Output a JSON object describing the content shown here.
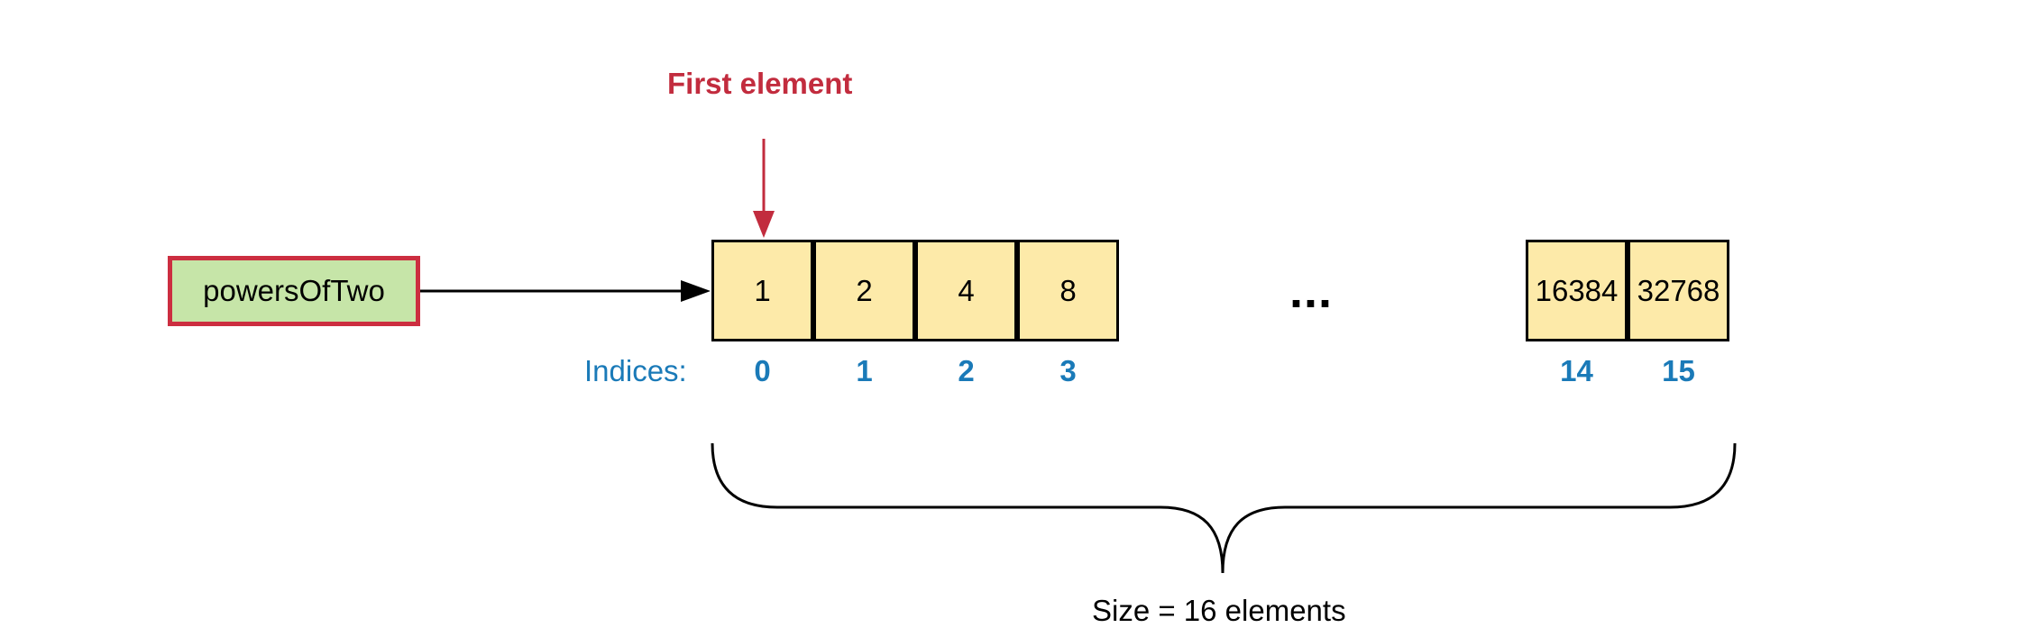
{
  "variable": {
    "name": "powersOfTwo"
  },
  "array": {
    "cells_left": [
      {
        "value": "1",
        "index": "0"
      },
      {
        "value": "2",
        "index": "1"
      },
      {
        "value": "4",
        "index": "2"
      },
      {
        "value": "8",
        "index": "3"
      }
    ],
    "cells_right": [
      {
        "value": "16384",
        "index": "14"
      },
      {
        "value": "32768",
        "index": "15"
      }
    ],
    "ellipsis": "...",
    "indices_caption": "Indices:"
  },
  "annotations": {
    "first_element": "First element",
    "size": "Size = 16 elements"
  },
  "colors": {
    "variable_fill": "#c6e5a8",
    "variable_border": "#cc2e40",
    "cell_fill": "#fdeaa9",
    "index_text": "#1a7ab8",
    "first_element_accent": "#c22c3e"
  }
}
